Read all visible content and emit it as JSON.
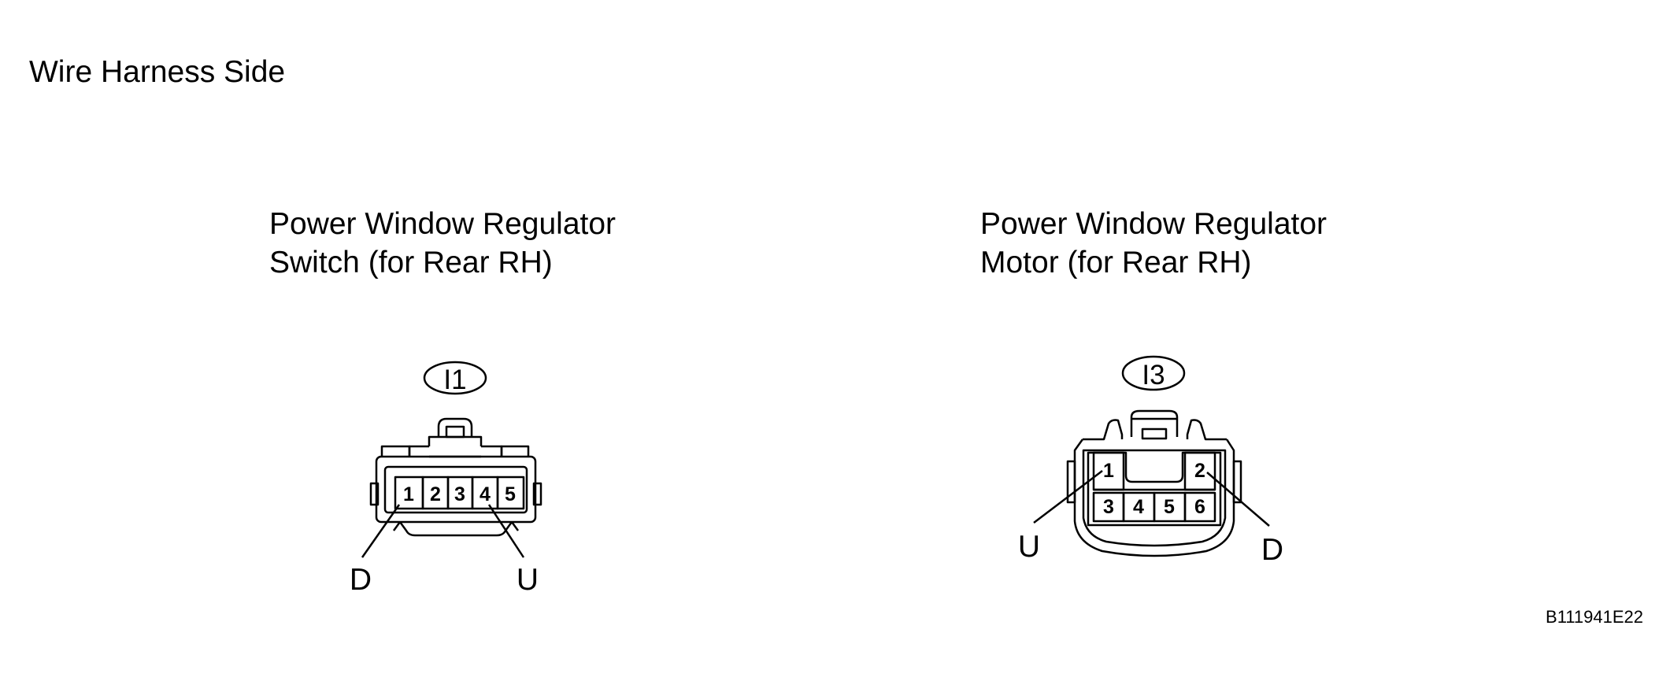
{
  "header": {
    "title": "Wire Harness Side"
  },
  "connectors": [
    {
      "title_lines": [
        "Power Window Regulator",
        "Switch (for Rear RH)"
      ],
      "code": "I1",
      "pins": [
        "1",
        "2",
        "3",
        "4",
        "5"
      ],
      "callouts": [
        {
          "pin": "1",
          "label": "D"
        },
        {
          "pin": "4",
          "label": "U"
        }
      ]
    },
    {
      "title_lines": [
        "Power Window Regulator",
        "Motor (for Rear RH)"
      ],
      "code": "I3",
      "pins": [
        "1",
        "2",
        "3",
        "4",
        "5",
        "6"
      ],
      "callouts": [
        {
          "pin": "1",
          "label": "U"
        },
        {
          "pin": "2",
          "label": "D"
        }
      ]
    }
  ],
  "footer": {
    "ref_code": "B111941E22"
  }
}
